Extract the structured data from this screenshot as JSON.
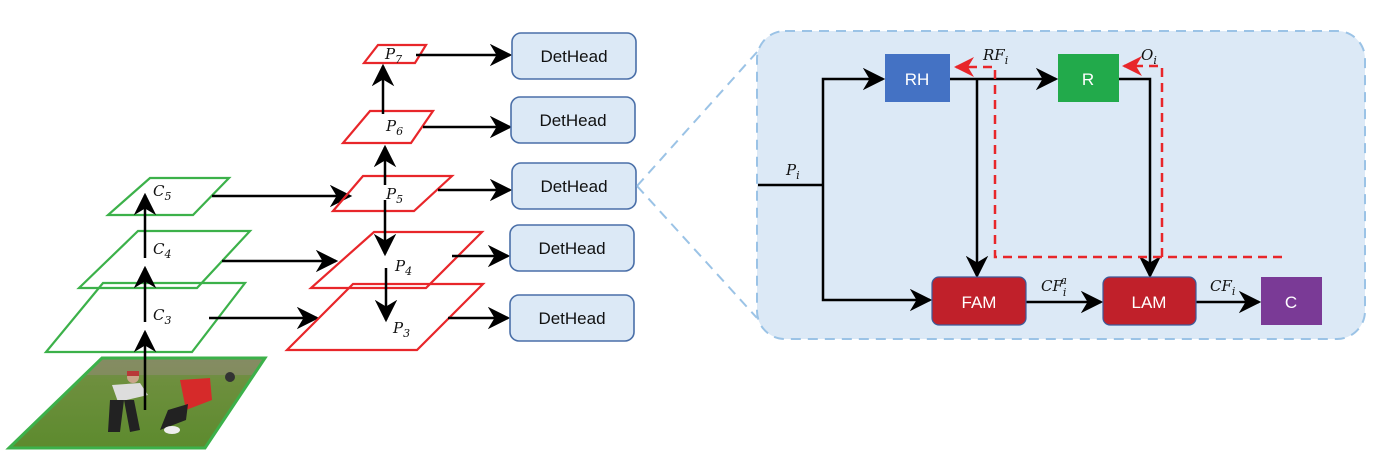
{
  "backbone": {
    "input_image": "players-on-field-photo",
    "levels": [
      {
        "id": "C3",
        "base": "C",
        "sub": "3"
      },
      {
        "id": "C4",
        "base": "C",
        "sub": "4"
      },
      {
        "id": "C5",
        "base": "C",
        "sub": "5"
      }
    ],
    "color": "#3cb14a"
  },
  "fpn": {
    "levels": [
      {
        "id": "P3",
        "base": "P",
        "sub": "3"
      },
      {
        "id": "P4",
        "base": "P",
        "sub": "4"
      },
      {
        "id": "P5",
        "base": "P",
        "sub": "5"
      },
      {
        "id": "P6",
        "base": "P",
        "sub": "6"
      },
      {
        "id": "P7",
        "base": "P",
        "sub": "7"
      }
    ],
    "color": "#e8262a"
  },
  "heads": {
    "label": "DetHead",
    "items": [
      "DetHead",
      "DetHead",
      "DetHead",
      "DetHead",
      "DetHead"
    ],
    "fill": "#dce9f6",
    "stroke": "#4a6fa8"
  },
  "detail": {
    "input": {
      "base": "P",
      "sub": "i"
    },
    "blocks": {
      "RH": {
        "label": "RH",
        "color": "#4472c4"
      },
      "R": {
        "label": "R",
        "color": "#22aa4b"
      },
      "FAM": {
        "label": "FAM",
        "color": "#c0202a"
      },
      "LAM": {
        "label": "LAM",
        "color": "#c0202a"
      },
      "C": {
        "label": "C",
        "color": "#7a3a96"
      }
    },
    "signals": {
      "RF": {
        "base": "RF",
        "sub": "i"
      },
      "O": {
        "base": "O",
        "sub": "i"
      },
      "CFa": {
        "base": "CF",
        "sub": "i",
        "sup": "a"
      },
      "CF": {
        "base": "CF",
        "sub": "i"
      }
    },
    "panel_fill": "#dce9f6",
    "panel_stroke": "#9bc3e6",
    "feedback_color": "#e8262a"
  }
}
